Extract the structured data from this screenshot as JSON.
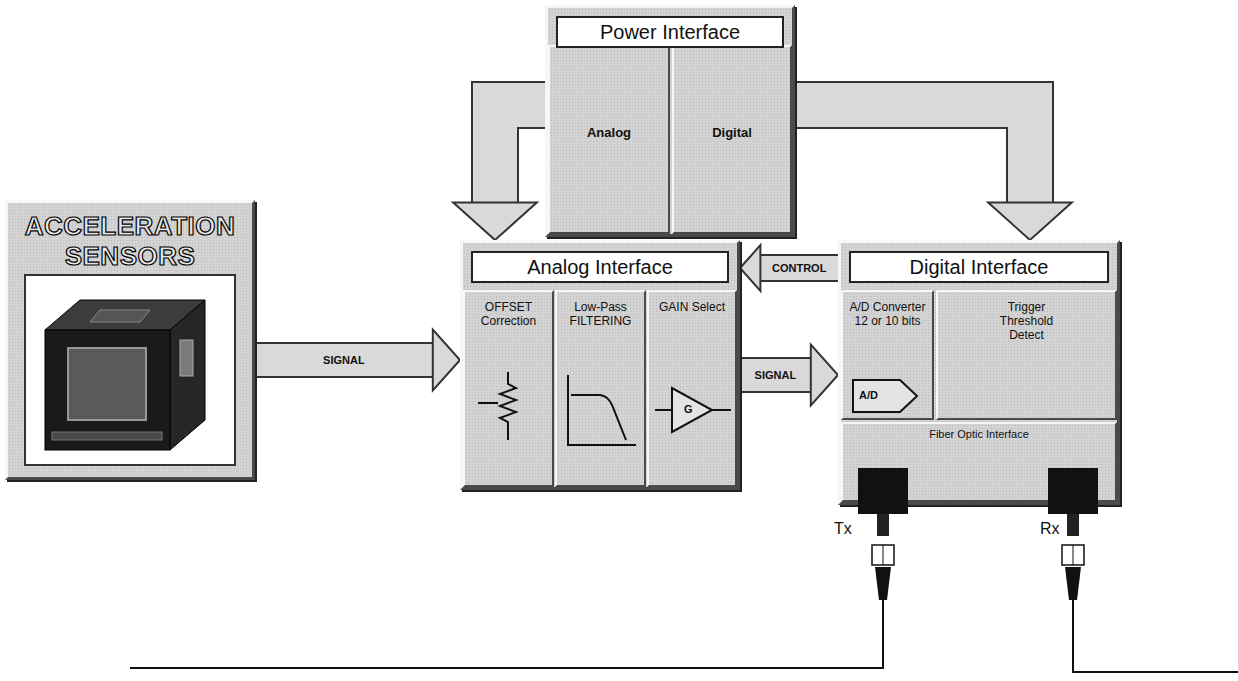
{
  "diagram": {
    "nodes": [
      {
        "text": [
          "ACCELERATION SENSORS"
        ]
      },
      {
        "text": [
          "Power Interface"
        ]
      },
      {
        "text": [
          "Analog"
        ],
        "in": 1
      },
      {
        "text": [
          "Digital"
        ],
        "in": 1
      },
      {
        "text": [
          "Analog Interface"
        ]
      },
      {
        "text": [
          "OFFSET Correction"
        ],
        "in": 4
      },
      {
        "text": [
          "Low-Pass FILTERING"
        ],
        "in": 4
      },
      {
        "text": [
          "GAIN Select"
        ],
        "in": 4
      },
      {
        "text": [
          "Digital Interface"
        ]
      },
      {
        "text": [
          "A/D Converter 12 or 10 bits"
        ],
        "in": 8
      },
      {
        "text": [
          "Trigger Threshold Detect"
        ],
        "in": 8
      },
      {
        "text": [
          "Fiber Optic Interface"
        ],
        "in": 8
      }
    ],
    "edges": [
      {
        "from": 0,
        "to": 4,
        "arrow": "to",
        "label": "SIGNAL"
      },
      {
        "from": 1,
        "to": 4,
        "arrow": "to"
      },
      {
        "from": 1,
        "to": 8,
        "arrow": "to"
      },
      {
        "from": 4,
        "to": 8,
        "arrow": "to",
        "label": "SIGNAL"
      },
      {
        "from": 8,
        "to": 4,
        "arrow": "to",
        "label": "CONTROL"
      }
    ],
    "labels": [
      "A/D",
      "G",
      "Tx",
      "Rx"
    ]
  }
}
